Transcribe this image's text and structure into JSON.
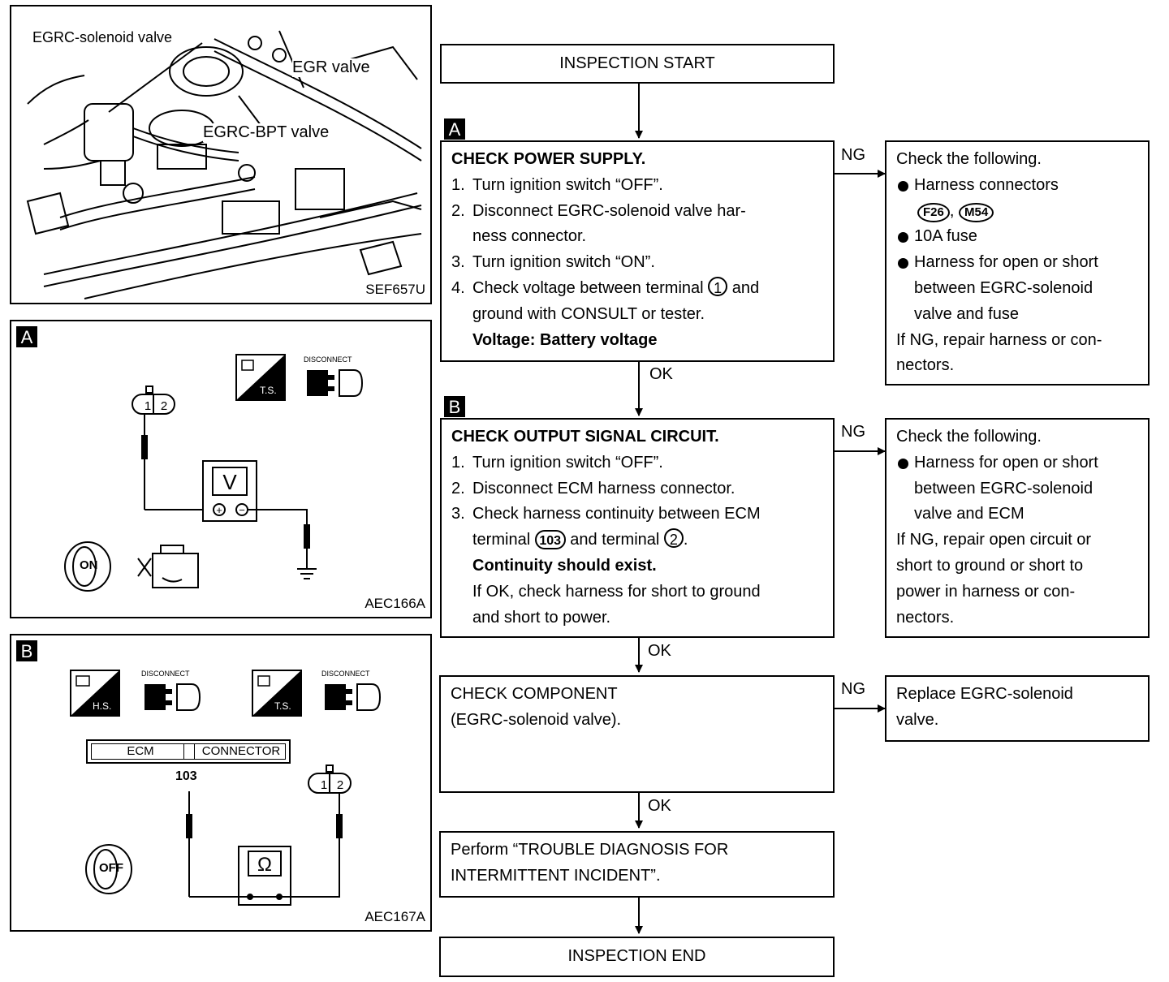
{
  "figures": {
    "engine": {
      "labels": [
        "EGRC-solenoid  valve",
        "EGR  valve",
        "EGRC-BPT  valve"
      ],
      "code": "SEF657U"
    },
    "panel_a": {
      "badge": "A",
      "icon_ts": "T.S.",
      "icon_disconnect": "DISCONNECT",
      "connector_pins": [
        "1",
        "2"
      ],
      "meter_symbol": "V",
      "switch_label": "ON",
      "code": "AEC166A"
    },
    "panel_b": {
      "badge": "B",
      "icon_hs": "H.S.",
      "icon_ts": "T.S.",
      "icon_disconnect": "DISCONNECT",
      "ecm_label": "ECM",
      "connector_label": "CONNECTOR",
      "terminal": "103",
      "connector_pins": [
        "1",
        "2"
      ],
      "meter_symbol": "Ω",
      "switch_label": "OFF",
      "code": "AEC167A"
    }
  },
  "flow": {
    "start": "INSPECTION START",
    "end": "INSPECTION END",
    "ok": "OK",
    "ng": "NG",
    "step_a": {
      "badge": "A",
      "title": "CHECK POWER SUPPLY.",
      "items": [
        {
          "n": "1.",
          "text": "Turn ignition switch “OFF”."
        },
        {
          "n": "2.",
          "text": "Disconnect EGRC-solenoid valve har-"
        },
        {
          "n": "",
          "text": "ness connector."
        },
        {
          "n": "3.",
          "text": "Turn ignition switch “ON”."
        },
        {
          "n": "4.",
          "text": "Check voltage between terminal"
        },
        {
          "n": "",
          "text": "ground with CONSULT or tester."
        }
      ],
      "terminal": "1",
      "and_word": "and",
      "result": "Voltage: Battery voltage",
      "ng_box": {
        "title": "Check the following.",
        "harness_connectors": "Harness connectors",
        "connectors": [
          "F26",
          "M54"
        ],
        "sep": ",",
        "fuse": "10A fuse",
        "harness": [
          "Harness for open or short",
          "between EGRC-solenoid",
          "valve and fuse"
        ],
        "repair": [
          "If NG, repair harness or con-",
          "nectors."
        ]
      }
    },
    "step_b": {
      "badge": "B",
      "title": "CHECK OUTPUT SIGNAL CIRCUIT.",
      "items": [
        {
          "n": "1.",
          "text": "Turn ignition switch “OFF”."
        },
        {
          "n": "2.",
          "text": "Disconnect ECM harness connector."
        },
        {
          "n": "3.",
          "text": "Check harness continuity between ECM"
        }
      ],
      "term_line": {
        "pre": "terminal",
        "t1": "103",
        "mid": "and terminal",
        "t2": "2",
        "post": "."
      },
      "result": "Continuity should exist.",
      "note": [
        "If OK, check harness for short to ground",
        "and short to power."
      ],
      "ng_box": {
        "title": "Check the following.",
        "harness": [
          "Harness for open or short",
          "between EGRC-solenoid",
          "valve and ECM"
        ],
        "repair": [
          "If NG, repair open circuit or",
          "short to ground or short to",
          "power in harness or con-",
          "nectors."
        ]
      }
    },
    "step_c": {
      "lines": [
        "CHECK COMPONENT",
        "(EGRC-solenoid valve)."
      ],
      "ng_box": {
        "lines": [
          "Replace EGRC-solenoid",
          "valve."
        ]
      }
    },
    "step_d": {
      "lines": [
        "Perform “TROUBLE DIAGNOSIS FOR",
        "INTERMITTENT INCIDENT”."
      ]
    }
  }
}
